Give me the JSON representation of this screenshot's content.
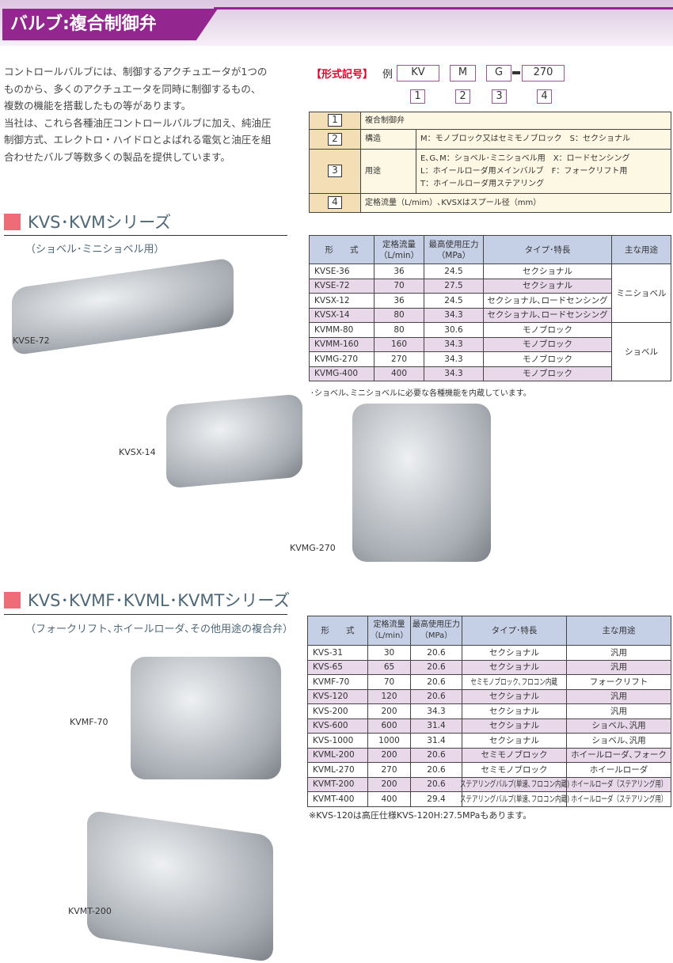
{
  "header": {
    "title": "バルブ:複合制御弁"
  },
  "intro": [
    "コントロールバルブには、制御するアクチュエータが1つの",
    "ものから、多くのアクチュエータを同時に制御するもの、",
    "複数の機能を搭載したもの等があります。",
    "当社は、これら各種油圧コントロールバルブに加え、純油圧",
    "制御方式、エレクトロ・ハイドロとよばれる電気と油圧を組",
    "合わせたバルブ等数多くの製品を提供しています。"
  ],
  "code": {
    "label": "【形式記号】",
    "example_label": "例",
    "parts": [
      "KV",
      "M",
      "G",
      "270"
    ],
    "numbers": [
      "1",
      "2",
      "3",
      "4"
    ]
  },
  "code_table": [
    {
      "num": "1",
      "name": "複合制御弁"
    },
    {
      "num": "2",
      "name": "構造",
      "desc": [
        "M：モノブロック又はセミモノブロック　S：セクショナル"
      ]
    },
    {
      "num": "3",
      "name": "用途",
      "desc": [
        "E､G､M：ショベル･ミニショベル用　X：ロードセンシング",
        "L：ホイールローダ用メインバルブ　F：フォークリフト用",
        "T：ホイールローダ用ステアリング"
      ]
    },
    {
      "num": "4",
      "name": "定格流量（L/mim）､KVSXはスプール径（mm）"
    }
  ],
  "headers": {
    "model": "形　　式",
    "flow": "定格流量",
    "flow_unit": "（L/min）",
    "pressure": "最高使用圧力",
    "pressure_unit": "（MPa）",
    "type": "タイプ･特長",
    "use": "主な用途"
  },
  "section1": {
    "title": "KVS･KVMシリーズ",
    "subtitle": "（ショベル･ミニショベル用）",
    "rows": [
      {
        "model": "KVSE-36",
        "flow": "36",
        "pressure": "24.5",
        "type": "セクショナル"
      },
      {
        "model": "KVSE-72",
        "flow": "70",
        "pressure": "27.5",
        "type": "セクショナル"
      },
      {
        "model": "KVSX-12",
        "flow": "36",
        "pressure": "24.5",
        "type": "セクショナル､ロードセンシング"
      },
      {
        "model": "KVSX-14",
        "flow": "80",
        "pressure": "34.3",
        "type": "セクショナル､ロードセンシング"
      },
      {
        "model": "KVMM-80",
        "flow": "80",
        "pressure": "30.6",
        "type": "モノブロック"
      },
      {
        "model": "KVMM-160",
        "flow": "160",
        "pressure": "34.3",
        "type": "モノブロック"
      },
      {
        "model": "KVMG-270",
        "flow": "270",
        "pressure": "34.3",
        "type": "モノブロック"
      },
      {
        "model": "KVMG-400",
        "flow": "400",
        "pressure": "34.3",
        "type": "モノブロック"
      }
    ],
    "use_groups": [
      "ミニショベル",
      "ショベル"
    ],
    "note": "･ショベル､ミニショベルに必要な各種機能を内蔵しています。",
    "images": [
      "KVSE-72",
      "KVSX-14",
      "KVMG-270"
    ]
  },
  "section2": {
    "title": "KVS･KVMF･KVML･KVMTシリーズ",
    "subtitle": "（フォークリフト､ホイールローダ､その他用途の複合弁）",
    "rows": [
      {
        "model": "KVS-31",
        "flow": "30",
        "pressure": "20.6",
        "type": "セクショナル",
        "use": "汎用"
      },
      {
        "model": "KVS-65",
        "flow": "65",
        "pressure": "20.6",
        "type": "セクショナル",
        "use": "汎用"
      },
      {
        "model": "KVMF-70",
        "flow": "70",
        "pressure": "20.6",
        "type": "セミモノブロック､フロコン内蔵",
        "use": "フォークリフト"
      },
      {
        "model": "KVS-120",
        "flow": "120",
        "pressure": "20.6",
        "type": "セクショナル",
        "use": "汎用"
      },
      {
        "model": "KVS-200",
        "flow": "200",
        "pressure": "34.3",
        "type": "セクショナル",
        "use": "汎用"
      },
      {
        "model": "KVS-600",
        "flow": "600",
        "pressure": "31.4",
        "type": "セクショナル",
        "use": "ショベル､汎用"
      },
      {
        "model": "KVS-1000",
        "flow": "1000",
        "pressure": "31.4",
        "type": "セクショナル",
        "use": "ショベル､汎用"
      },
      {
        "model": "KVML-200",
        "flow": "200",
        "pressure": "20.6",
        "type": "セミモノブロック",
        "use": "ホイールローダ､フォーク"
      },
      {
        "model": "KVML-270",
        "flow": "270",
        "pressure": "20.6",
        "type": "セミモノブロック",
        "use": "ホイールローダ"
      },
      {
        "model": "KVMT-200",
        "flow": "200",
        "pressure": "20.6",
        "type": "ステアリングバルブ(単速､フロコン内蔵)",
        "use": "ホイールローダ（ステアリング用）"
      },
      {
        "model": "KVMT-400",
        "flow": "400",
        "pressure": "29.4",
        "type": "ステアリングバルブ(単速､フロコン内蔵)",
        "use": "ホイールローダ（ステアリング用）"
      }
    ],
    "note": "※KVS-120は高圧仕様KVS-120H:27.5MPaもあります。",
    "images": [
      "KVMF-70",
      "KVMT-200"
    ]
  }
}
